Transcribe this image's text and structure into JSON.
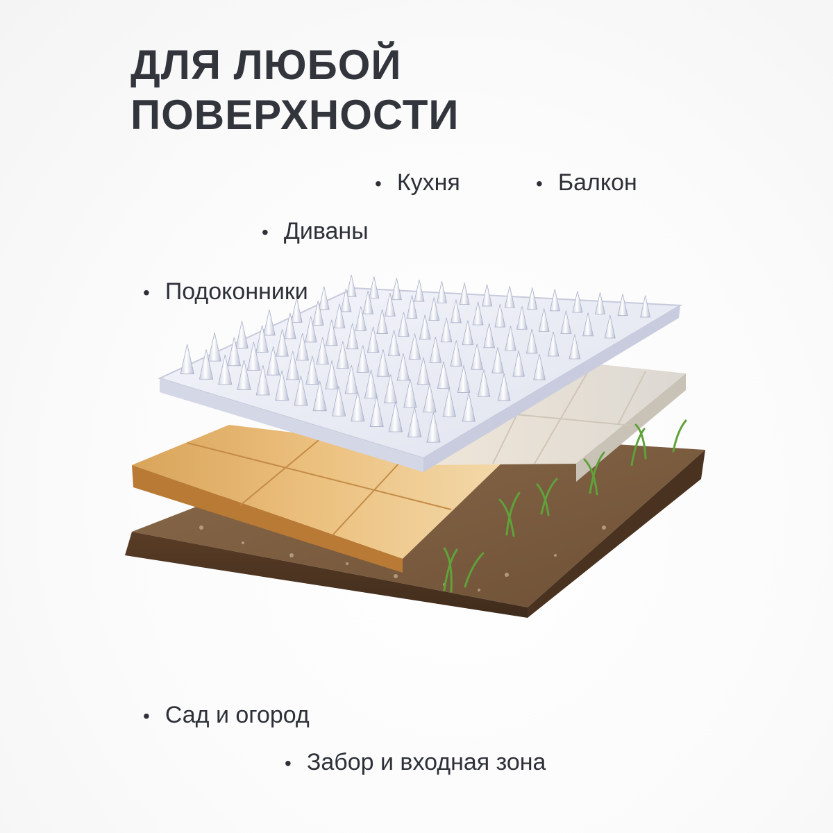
{
  "headline": {
    "line1": "ДЛЯ ЛЮБОЙ",
    "line2": "ПОВЕРХНОСТИ"
  },
  "bullet_glyph": "•",
  "surfaces": {
    "kitchen": "Кухня",
    "balcony": "Балкон",
    "sofas": "Диваны",
    "windowsills": "Подоконники",
    "garden": "Сад и огород",
    "fence": "Забор и входная зона"
  },
  "colors": {
    "text": "#2e3038",
    "soil": "#6b4a2e",
    "wood": "#e2b36b",
    "tile": "#e9e3d9",
    "grass": "#5fa23a",
    "mat": "#e6e8f2"
  },
  "icons": [
    "spike-mat-icon",
    "wood-floor-icon",
    "tile-floor-icon",
    "soil-layer-icon",
    "grass-icon"
  ]
}
